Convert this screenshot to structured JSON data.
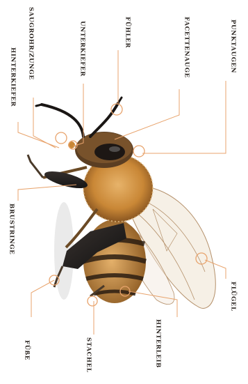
{
  "accent_color": "#e8a36c",
  "labels": {
    "hinterkiefer": "HINTERKIEFER",
    "saugrohr_zunge": "SAUGROHR/ZUNGE",
    "unterkiefer": "UNTERKIEFER",
    "fuehler": "FÜHLER",
    "facettenauge": "FACETTENAUGE",
    "punktaugen": "PUNKTAUGEN",
    "brustringe": "BRUSTRINGE",
    "fluegel": "FLÜGEL",
    "hinterleib": "HINTERLEIB",
    "stachel": "STACHEL",
    "fuesse": "FÜßE"
  },
  "illustration": {
    "subject": "honeybee-illustration",
    "orientation": "rotated, head facing up"
  }
}
